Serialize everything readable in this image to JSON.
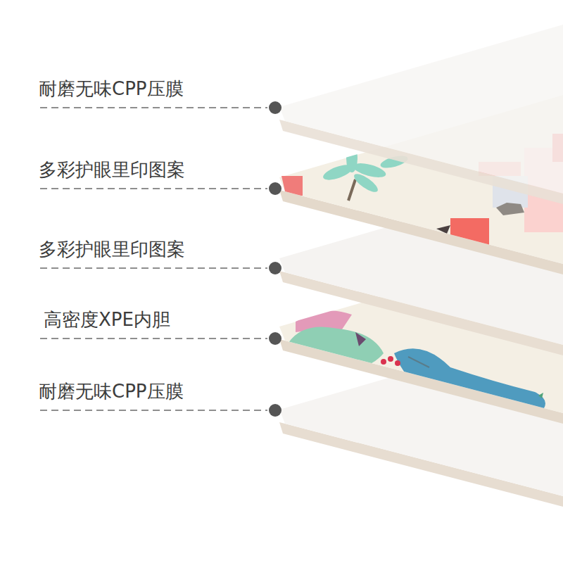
{
  "diagram": {
    "labels": [
      "耐磨无味CPP压膜",
      "多彩护眼里印图案",
      "多彩护眼里印图案",
      "高密度XPE内胆",
      "耐磨无味CPP压膜"
    ]
  }
}
